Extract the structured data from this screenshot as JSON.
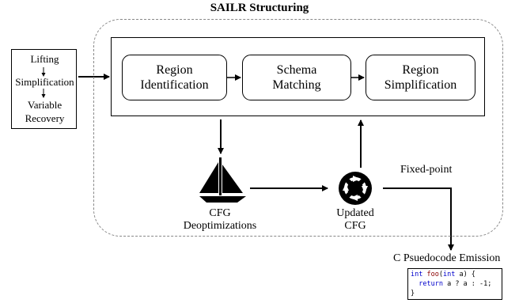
{
  "title": "SAILR Structuring",
  "input_steps": [
    "Lifting",
    "Simplification",
    "Variable",
    "Recovery"
  ],
  "regions": {
    "identification": [
      "Region",
      "Identification"
    ],
    "matching": [
      "Schema",
      "Matching"
    ],
    "simplification": [
      "Region",
      "Simplification"
    ]
  },
  "deopt_label": [
    "CFG",
    "Deoptimizations"
  ],
  "updated_label": [
    "Updated",
    "CFG"
  ],
  "fixed_point": "Fixed-point",
  "emission_title": "C Psuedocode Emission",
  "code": {
    "line1_kw1": "int",
    "line1_fn": "foo",
    "line1_p1": "(",
    "line1_kw2": "int",
    "line1_rest": " a) {",
    "line2_kw": "return",
    "line2_rest": " a ? a : -1;",
    "line3": "}"
  },
  "icons": {
    "deopt": "sailboat-icon",
    "updated": "cycle-arrows-icon"
  }
}
